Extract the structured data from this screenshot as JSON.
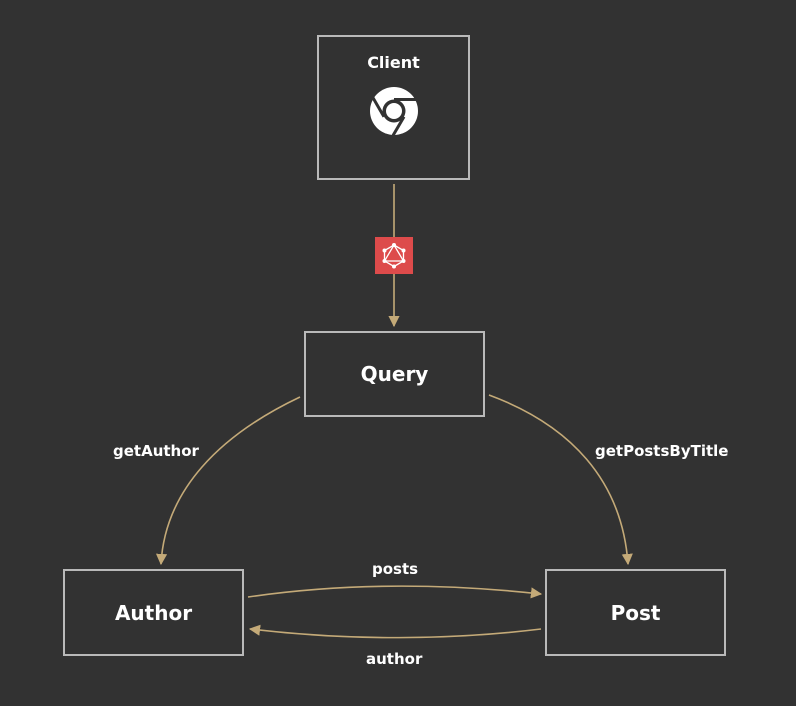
{
  "nodes": {
    "client": {
      "label": "Client",
      "icon": "chrome-icon"
    },
    "query": {
      "label": "Query"
    },
    "author": {
      "label": "Author"
    },
    "post": {
      "label": "Post"
    }
  },
  "edges": {
    "client_to_query": {
      "icon": "graphql-icon",
      "icon_color": "#dd4b4b"
    },
    "query_to_author": {
      "label": "getAuthor"
    },
    "query_to_post": {
      "label": "getPostsByTitle"
    },
    "author_to_post": {
      "label": "posts"
    },
    "post_to_author": {
      "label": "author"
    }
  },
  "colors": {
    "background": "#323232",
    "node_border": "#b9b9b9",
    "edge": "#c4aa78",
    "text": "#ffffff"
  }
}
